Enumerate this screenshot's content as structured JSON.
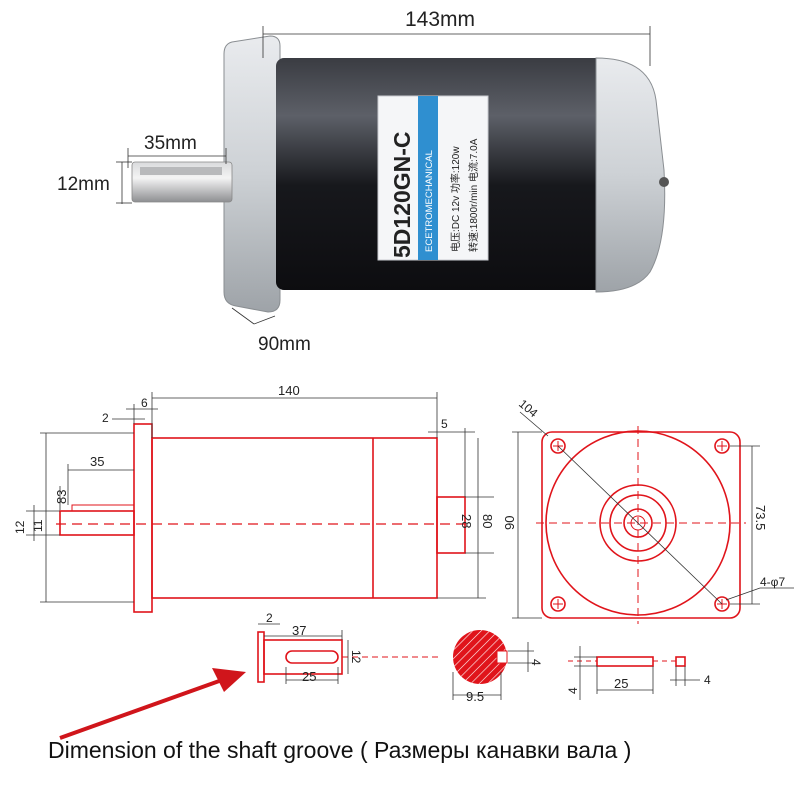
{
  "photo": {
    "length_label": "143mm",
    "shaft_length_label": "35mm",
    "shaft_diameter_label": "12mm",
    "flange_label": "90mm",
    "motor_label": {
      "model": "5D120GN-C",
      "brand": "ECETROMECHANICAL",
      "line1": "电压:DC 12v  功率:120w",
      "line2": "转速:1800r/min  电流:7.0A"
    }
  },
  "side_view": {
    "dim_total_length": "140",
    "dim_6": "6",
    "dim_2": "2",
    "dim_5": "5",
    "dim_35": "35",
    "dim_83": "83",
    "dim_12": "12",
    "dim_11": "11",
    "dim_28": "28",
    "dim_80": "80"
  },
  "front_view": {
    "dim_104": "104",
    "dim_90": "90",
    "dim_73_5": "73.5",
    "dim_hole": "4-φ7"
  },
  "shaft_detail": {
    "dim_2": "2",
    "dim_37": "37",
    "dim_12": "12",
    "dim_25": "25",
    "dim_9_5": "9.5",
    "dim_4": "4",
    "key_dim_4a": "4",
    "key_dim_25": "25",
    "key_dim_4b": "4"
  },
  "caption": "Dimension of the shaft groove ( Размеры канавки вала )",
  "colors": {
    "drawing": "#e0141b",
    "arrow": "#d0151b",
    "motor_body": "#1c1d22",
    "flange": "#cfd3d6"
  }
}
